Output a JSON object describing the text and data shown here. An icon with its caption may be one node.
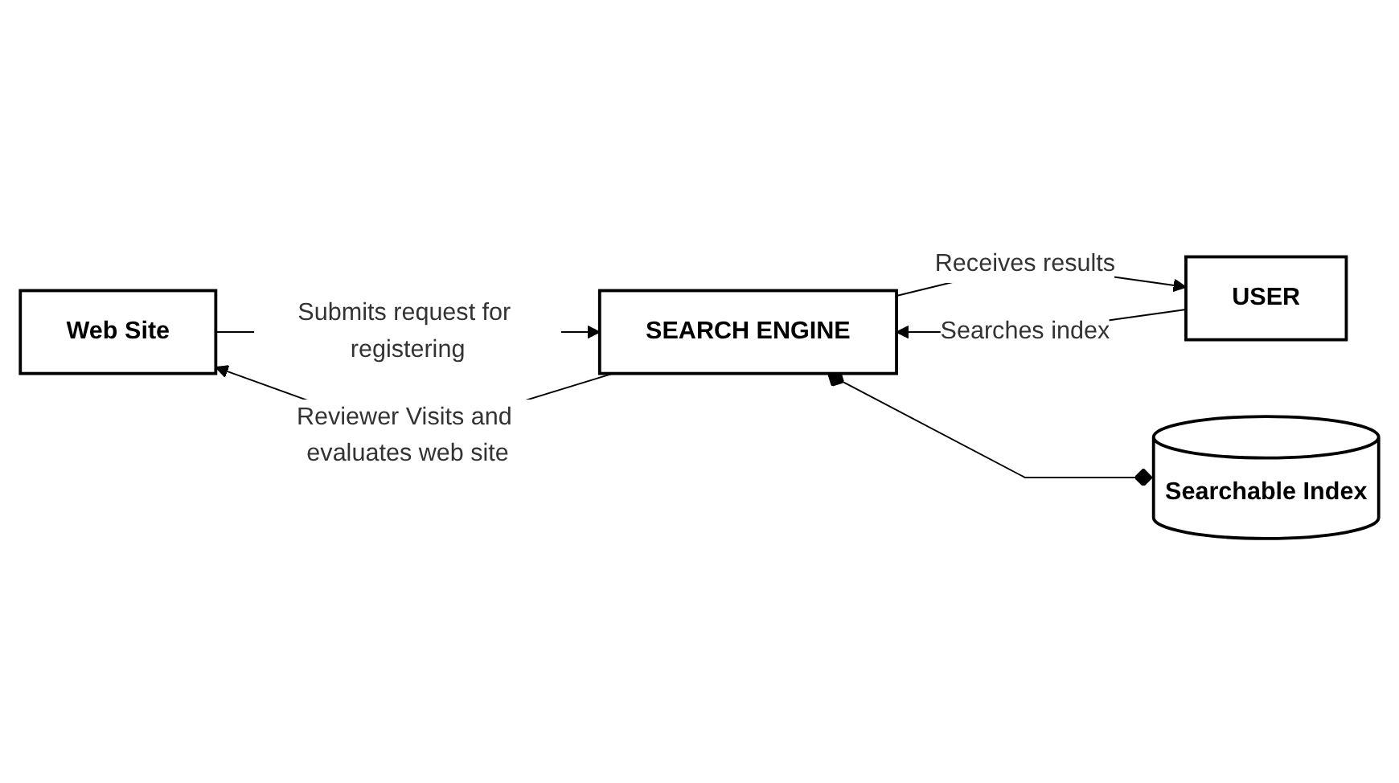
{
  "diagram": {
    "nodes": [
      {
        "text": [
          "Web Site"
        ]
      },
      {
        "text": [
          "USER"
        ]
      },
      {
        "text": [
          "SEARCH ENGINE"
        ]
      },
      {
        "text": [
          "Searchable Index"
        ]
      }
    ],
    "edges": [
      {
        "from": 0,
        "to": 2,
        "arrow": "to",
        "label": "Submits request for registering"
      },
      {
        "from": 2,
        "to": 0,
        "arrow": "to",
        "label": "Reviewer Visits and evaluates web site"
      },
      {
        "from": 1,
        "to": 2,
        "arrow": "to",
        "label": "Searches index"
      },
      {
        "from": 2,
        "to": 1,
        "arrow": "to",
        "label": "Receives results"
      },
      {
        "from": 2,
        "to": 3,
        "arrow": "other"
      }
    ]
  }
}
